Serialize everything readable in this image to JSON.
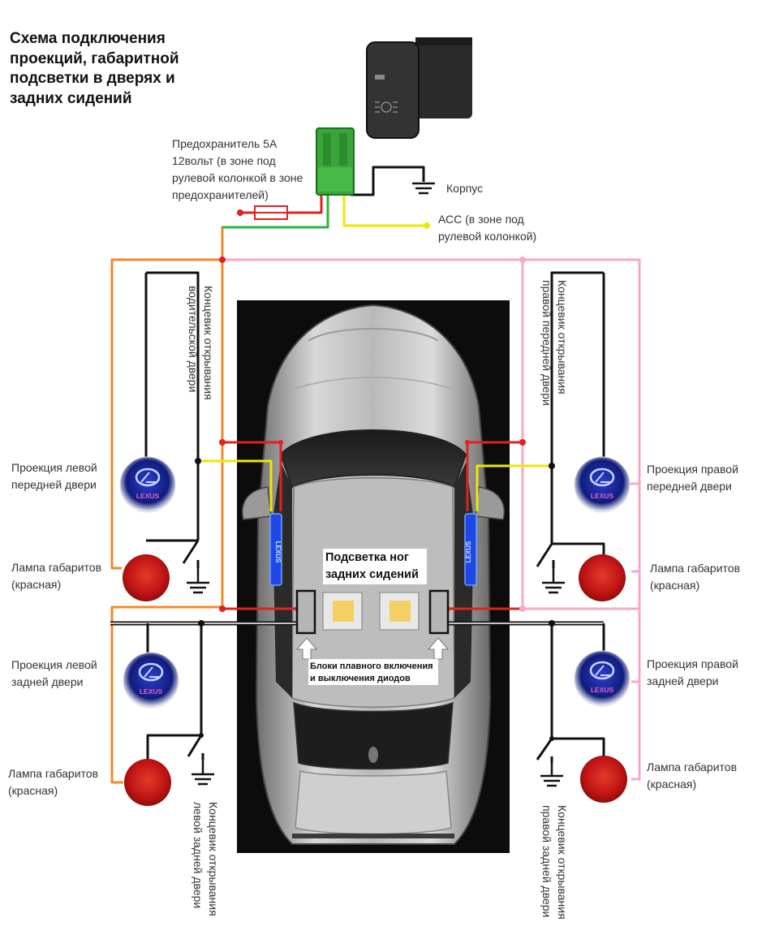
{
  "title": "Схема подключения проекций, габаритной подсветки в дверях и задних сидений",
  "labels": {
    "fuse": "Предохранитель 5А 12вольт (в зоне под рулевой колонкой в зоне предохранителей)",
    "ground": "Корпус",
    "acc": "АСС (в зоне под рулевой колонкой)",
    "front_left_projection": "Проекция левой передней двери",
    "front_right_projection": "Проекция правой передней двери",
    "rear_left_projection": "Проекция левой задней двери",
    "rear_right_projection": "Проекция правой задней двери",
    "lamp_front_left": "Лампа габаритов (красная)",
    "lamp_front_right": "Лампа габаритов (красная)",
    "lamp_rear_left": "Лампа габаритов (красная)",
    "lamp_rear_right": "Лампа габаритов (красная)",
    "switch_driver_door": "Концевик открывания водительской двери",
    "switch_front_right_door": "Концевик открывания правой передней двери",
    "switch_rear_left_door": "Концевик открывания левой задней двери",
    "switch_rear_right_door": "Концевик открывания правой задней двери",
    "rear_footwell": "Подсветка ног задних сидений",
    "soft_start_units": "Блоки плавного включения и выключения диодов"
  },
  "projector_logo_text": "LEXUS",
  "colors": {
    "wire_red": "#e32020",
    "wire_yellow": "#f2e600",
    "wire_black": "#111111",
    "wire_green": "#2bb33a",
    "wire_orange": "#f28a2c",
    "wire_pink": "#f5a9c5",
    "connector_green": "#3aa63a",
    "lamp_red": "#c81818",
    "projector_blue": "#1a2a9a",
    "led_yellow": "#f4cf63"
  },
  "icons": [
    "fog-light-switch-icon",
    "fuse-icon",
    "ground-icon",
    "projector-lexus-icon",
    "marker-lamp-icon",
    "door-switch-icon",
    "led-module-icon",
    "arrow-up-icon"
  ]
}
